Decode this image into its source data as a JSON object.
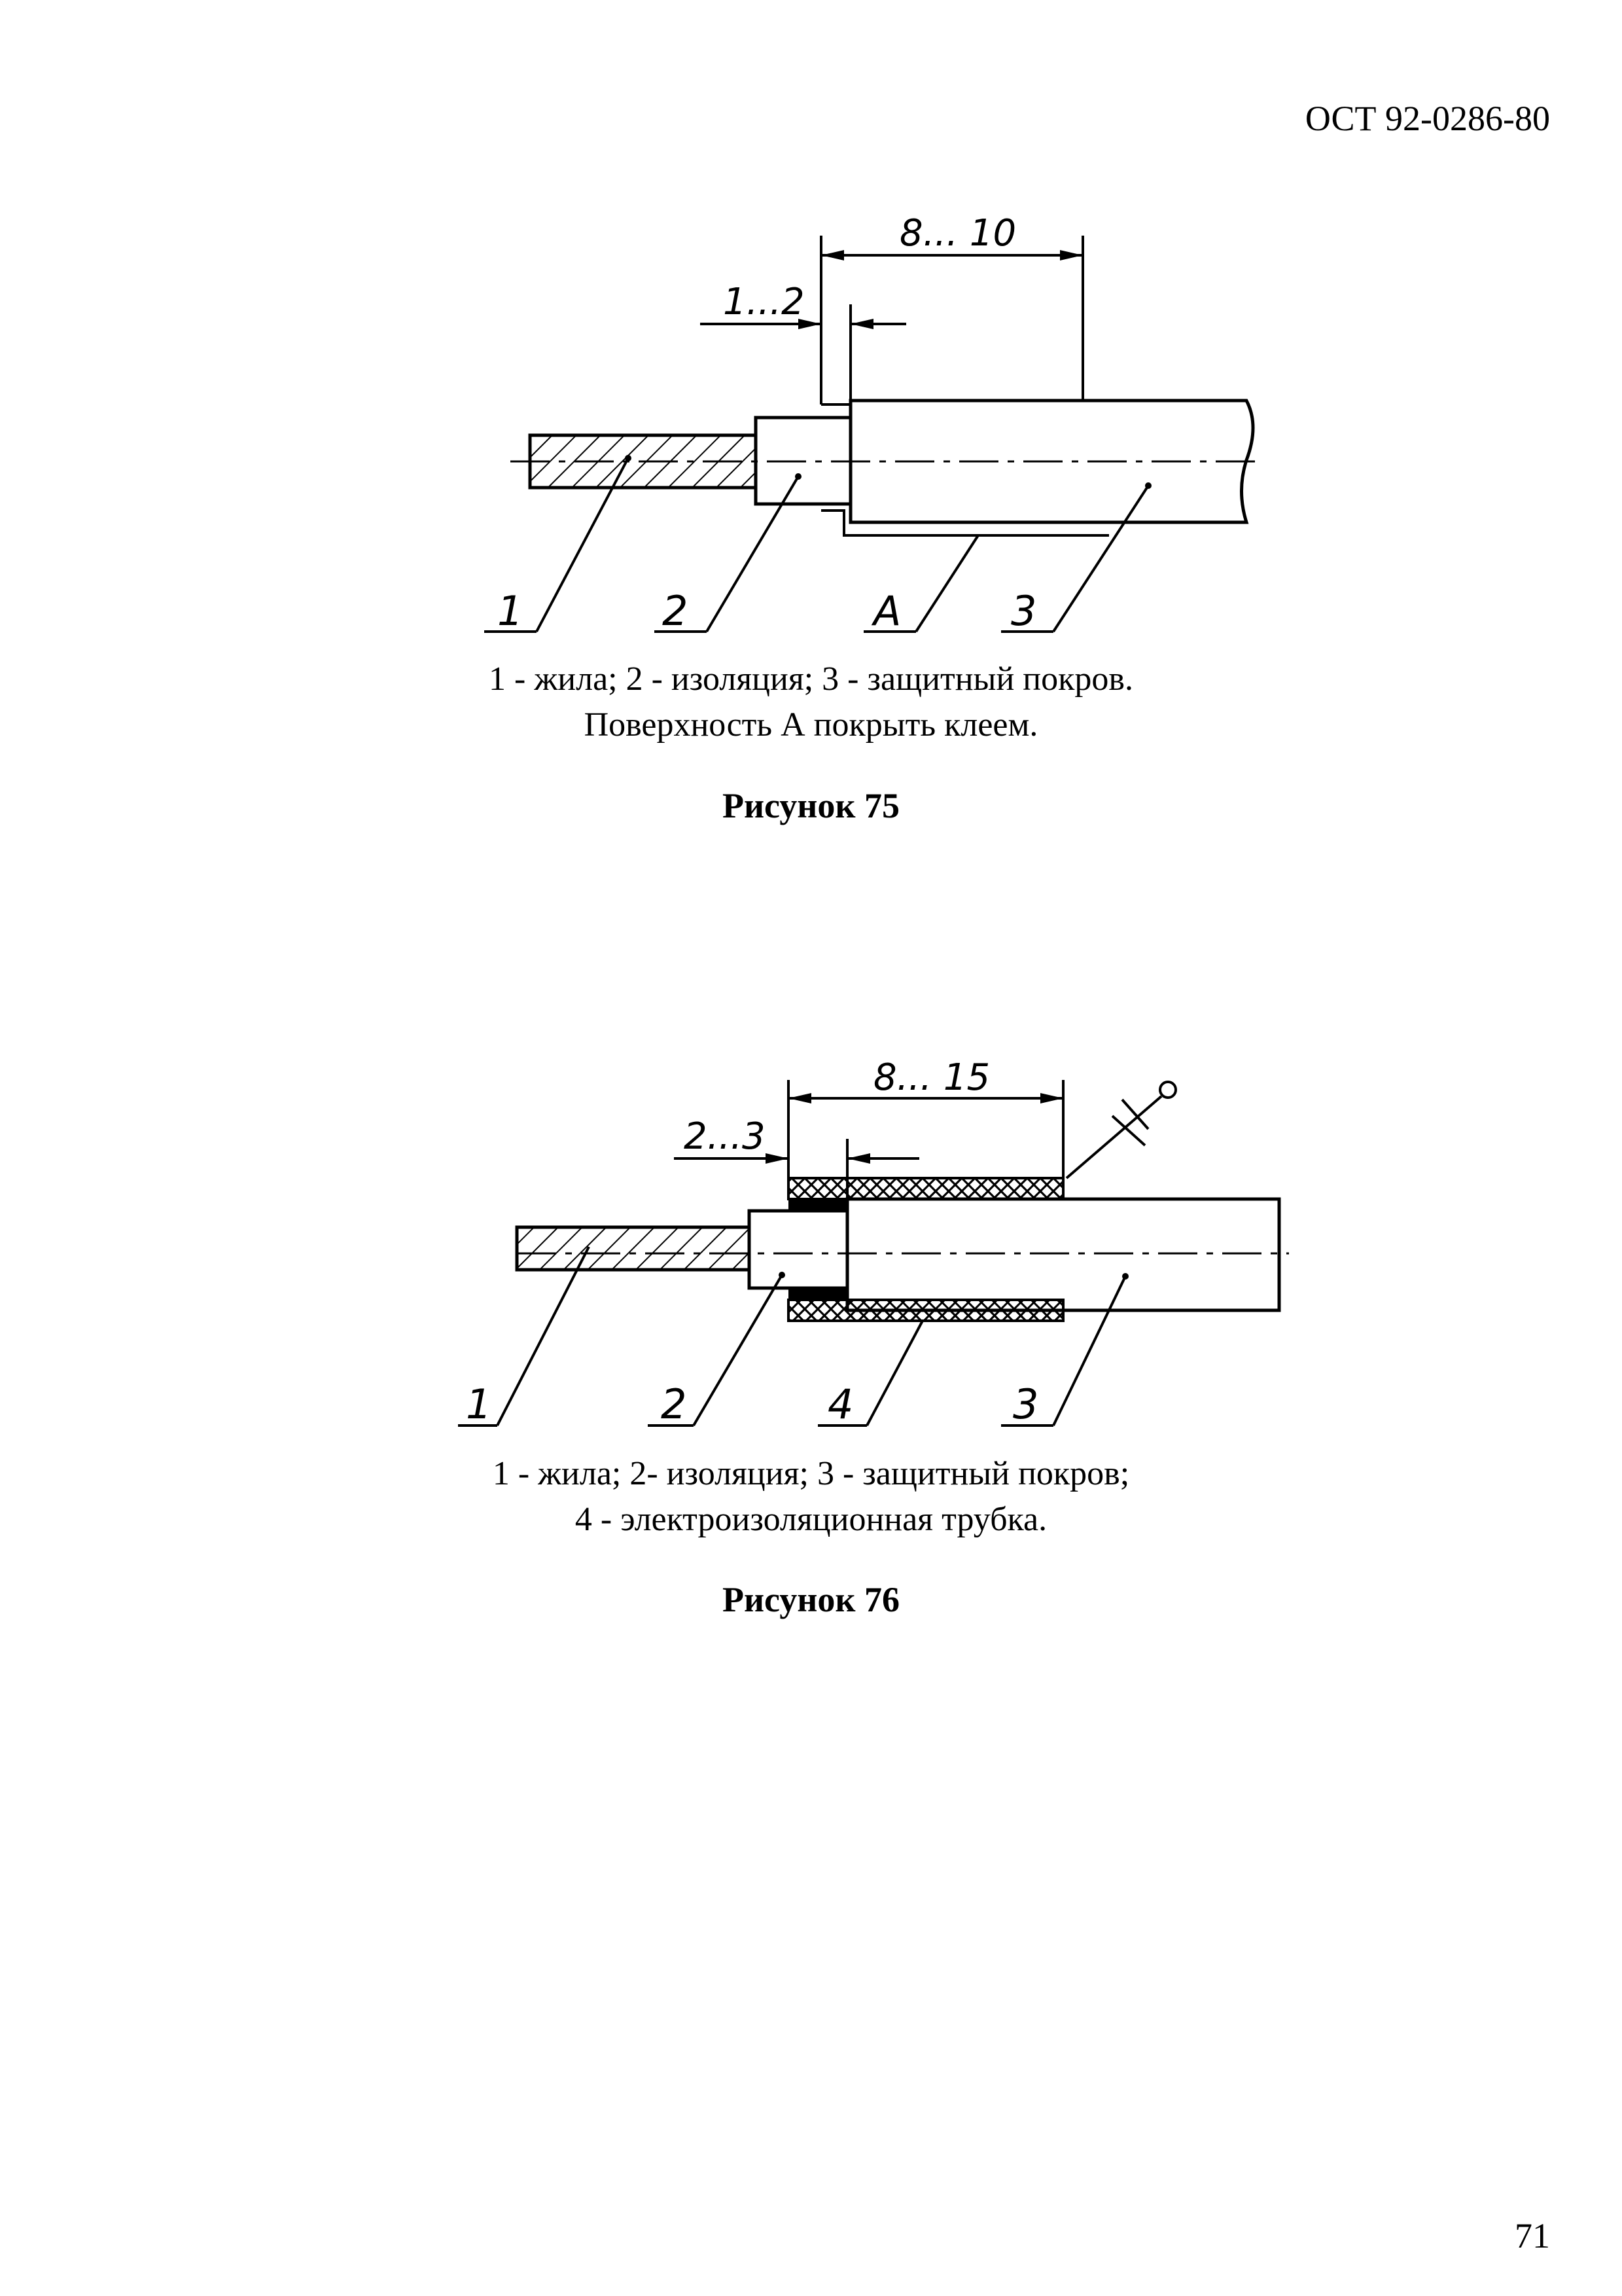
{
  "header": {
    "doc_code": "ОСТ 92-0286-80"
  },
  "figure75": {
    "dims": {
      "overall": "8... 10",
      "step": "1...2"
    },
    "labels": {
      "l1": "1",
      "l2": "2",
      "lA": "А",
      "l3": "3"
    },
    "caption_line1": "1 - жила; 2 - изоляция; 3 - защитный покров.",
    "caption_line2": "Поверхность А покрыть клеем.",
    "title": "Рисунок 75"
  },
  "figure76": {
    "dims": {
      "overall": "8... 15",
      "step": "2...3"
    },
    "labels": {
      "l1": "1",
      "l2": "2",
      "l4": "4",
      "l3": "3"
    },
    "caption_line1": "1 - жила; 2- изоляция; 3 - защитный покров;",
    "caption_line2": "4 - электроизоляционная трубка.",
    "title": "Рисунок 76"
  },
  "footer": {
    "page_number": "71"
  }
}
